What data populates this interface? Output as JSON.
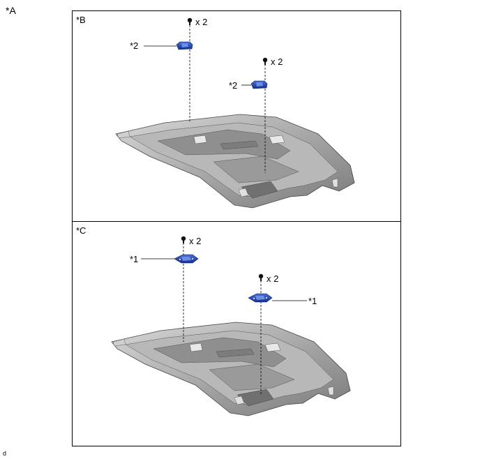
{
  "figure": {
    "label": "*A",
    "corner_code": "d"
  },
  "panel_b": {
    "label": "*B",
    "callouts": [
      "*2",
      "*2"
    ],
    "qty": [
      "x 2",
      "x 2"
    ]
  },
  "panel_c": {
    "label": "*C",
    "callouts": [
      "*1",
      "*1"
    ],
    "qty": [
      "x 2",
      "x 2"
    ]
  },
  "colors": {
    "part_blue": "#1a3a9c",
    "part_blue_light": "#3f63d0",
    "headliner_gray": "#9b9b9b",
    "headliner_dark": "#6a6a6a",
    "headliner_light": "#d6d6d6"
  }
}
